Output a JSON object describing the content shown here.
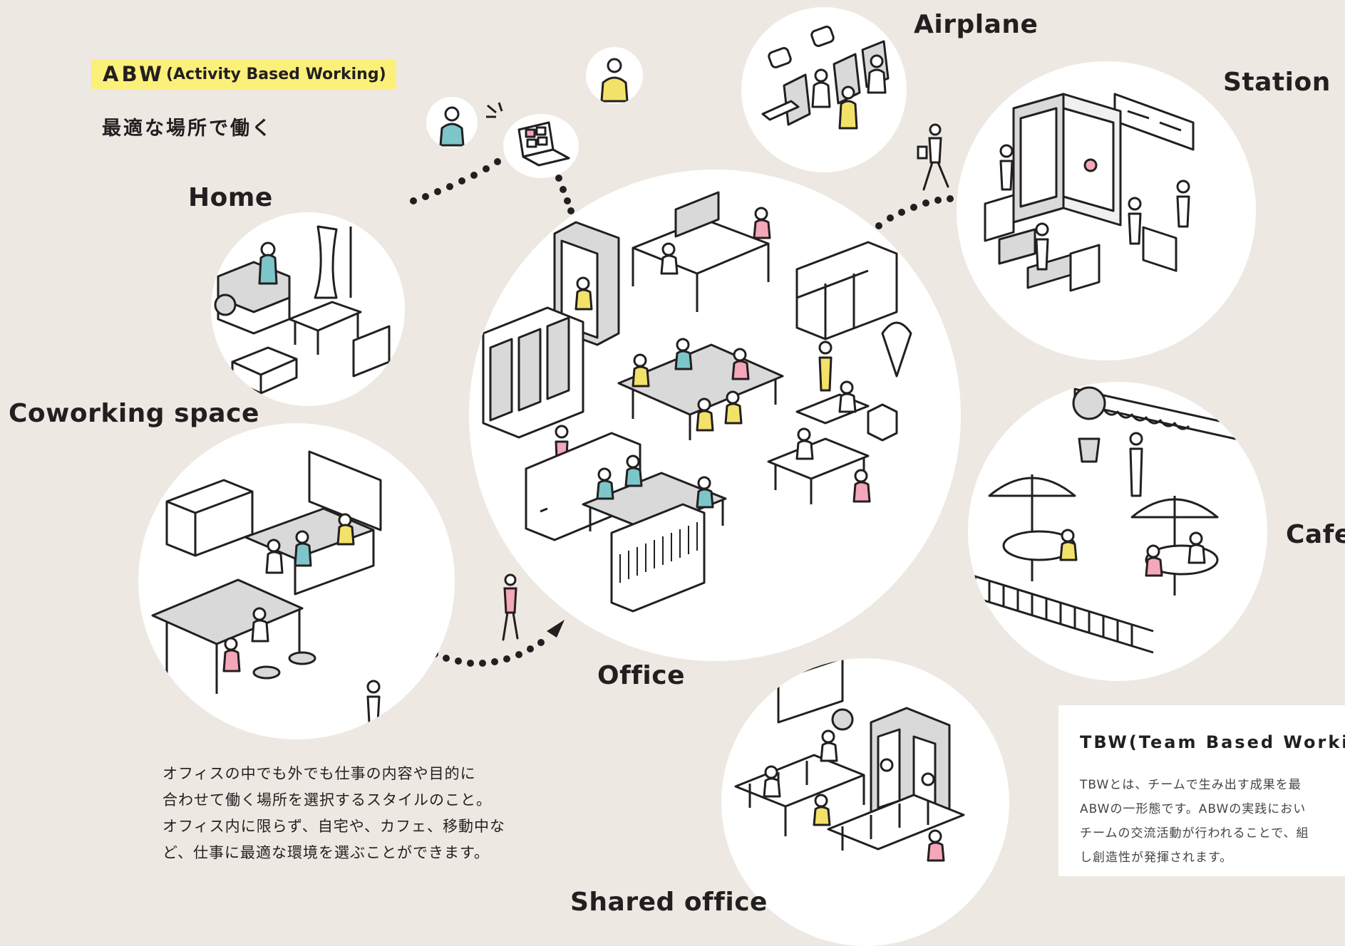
{
  "abw": {
    "tag_main": "ABW",
    "tag_paren": "(Activity Based Working)",
    "subtitle": "最適な場所で働く",
    "body": [
      "オフィスの中でも外でも仕事の内容や目的に",
      "合わせて働く場所を選択するスタイルのこと。",
      "オフィス内に限らず、自宅や、カフェ、移動中な",
      "ど、仕事に最適な環境を選ぶことができます。"
    ]
  },
  "places": {
    "airplane": "Airplane",
    "station": "Station",
    "home": "Home",
    "coworking": "Coworking space",
    "office": "Office",
    "cafe": "Cafe",
    "shared": "Shared office"
  },
  "tbw": {
    "title": "TBW(Team Based Worki",
    "body": [
      "TBWとは、チームで生み出す成果を最",
      "ABWの一形態です。ABWの実践におい",
      "チームの交流活動が行われることで、組",
      "し創造性が発揮されます。"
    ]
  },
  "colors": {
    "background": "#ede8e2",
    "highlight": "#fbf07a",
    "teal": "#7cc6c9",
    "pink": "#f4a7b9",
    "yellow": "#f3e26a",
    "line": "#231f20",
    "grey": "#d9d9d9"
  }
}
